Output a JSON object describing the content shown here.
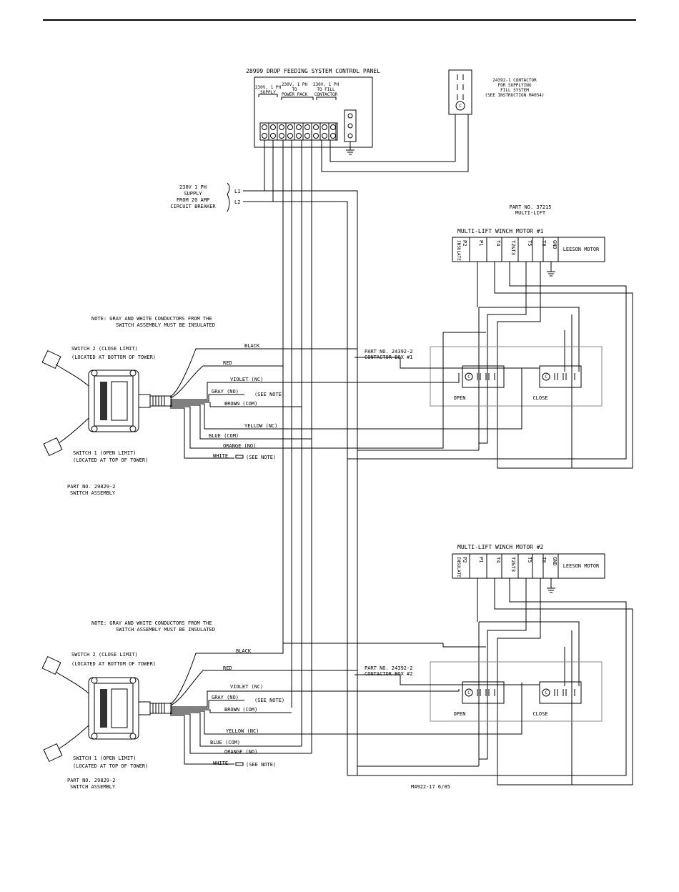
{
  "panel": {
    "title": "28999 DROP FEEDING SYSTEM CONTROL PANEL",
    "group_supply": [
      "230V, 1 PH",
      "SUPPLY"
    ],
    "group_power_pack": [
      "230V, 1 PH",
      "TO",
      "POWER PACK"
    ],
    "group_fill_contactor": [
      "230V, 1 PH",
      "TO FILL",
      "CONTACTOR"
    ]
  },
  "fill_contactor": {
    "lines": [
      "24392-1 CONTACTOR",
      "FOR SUPPLYING",
      "FILL SYSTEM",
      "(SEE INSTRUCTION M4054)"
    ],
    "coil_letter": "C"
  },
  "supply": {
    "lines": [
      "230V 1 PH",
      "SUPPLY",
      "FROM 20 AMP",
      "CIRCUIT BREAKER"
    ],
    "l1": "L1",
    "l2": "L2"
  },
  "multi_lift": {
    "part": "PART NO. 37215",
    "name": "MULTI-LIFT"
  },
  "motor1": {
    "title": "MULTI-LIFT WINCH MOTOR #1",
    "terminals": [
      "P2",
      "P1",
      "T4",
      "T2&T3",
      "T5",
      "T8",
      "GND"
    ],
    "insulate": "INSULATE",
    "brand": "LEESON MOTOR"
  },
  "motor2": {
    "title": "MULTI-LIFT WINCH MOTOR #2",
    "terminals": [
      "P2",
      "P1",
      "T4",
      "T2&T3",
      "T5",
      "T8",
      "GND"
    ],
    "insulate": "INSULATE",
    "brand": "LEESON MOTOR"
  },
  "note1": [
    "NOTE:  GRAY AND WHITE CONDUCTORS FROM THE",
    "SWITCH ASSEMBLY MUST BE INSULATED"
  ],
  "note2": [
    "NOTE:  GRAY AND WHITE CONDUCTORS FROM THE",
    "SWITCH ASSEMBLY MUST BE INSULATED"
  ],
  "switch_assembly_1": {
    "switch2": [
      "SWITCH 2 (CLOSE LIMIT)",
      "(LOCATED AT BOTTOM OF TOWER)"
    ],
    "switch1": [
      "SWITCH 1 (OPEN LIMIT)",
      "(LOCATED AT TOP OF TOWER)"
    ],
    "part": [
      "PART NO. 29829-2",
      "SWITCH ASSEMBLY"
    ]
  },
  "switch_assembly_2": {
    "switch2": [
      "SWITCH 2 (CLOSE LIMIT)",
      "(LOCATED AT BOTTOM OF TOWER)"
    ],
    "switch1": [
      "SWITCH 1 (OPEN LIMIT)",
      "(LOCATED AT TOP OF TOWER)"
    ],
    "part": [
      "PART NO. 29829-2",
      "SWITCH ASSEMBLY"
    ]
  },
  "wires": {
    "black": "BLACK",
    "red": "RED",
    "violet": "VIOLET (NC)",
    "gray": "GRAY (NO)",
    "see_note": "(SEE NOTE)",
    "brown": "BROWN (COM)",
    "yellow": "YELLOW (NC)",
    "blue": "BLUE (COM)",
    "orange": "ORANGE (NO)",
    "white": "WHITE"
  },
  "contactor_box_1": {
    "part": [
      "PART NO. 24392-2",
      "CONTACTOR BOX #1"
    ],
    "open": "OPEN",
    "close": "CLOSE",
    "coil_letter": "C"
  },
  "contactor_box_2": {
    "part": [
      "PART NO. 24392-2",
      "CONTACTOR BOX #2"
    ],
    "open": "OPEN",
    "close": "CLOSE",
    "coil_letter": "C"
  },
  "drawing_number": "M4922-17 6/05"
}
